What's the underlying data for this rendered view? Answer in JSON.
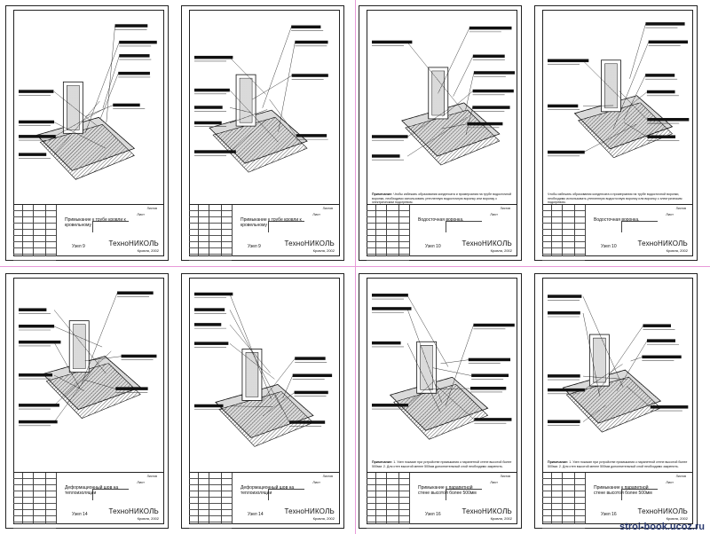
{
  "watermark": "stroi-book.ucoz.ru",
  "brand": "ТехноНИКОЛЬ",
  "brand_sub": "Кровля, 2002",
  "sheets": [
    {
      "title": "Примыкание к трубе кровли к кровельному",
      "node": "Узел 9",
      "sheet_label": "Лист",
      "sheet_label_small": "Листов",
      "note_title": "",
      "note_text": ""
    },
    {
      "title": "Примыкание к трубе кровли к кровельному",
      "node": "Узел 9",
      "sheet_label": "Лист",
      "sheet_label_small": "Листов",
      "note_title": "",
      "note_text": ""
    },
    {
      "title": "Водосточная воронка.",
      "node": "Узел 10",
      "sheet_label": "Лист",
      "sheet_label_small": "Листов",
      "note_title": "Примечание:",
      "note_text": "Чтобы избежать образования конденсата и промерзания на трубе водосточной воронки, необходимо использовать утепленную водосточную воронку или воронку с электрическим подогревом."
    },
    {
      "title": "Водосточная воронка.",
      "node": "Узел 10",
      "sheet_label": "Лист",
      "sheet_label_small": "Листов",
      "note_title": "",
      "note_text": "Чтобы избежать образования конденсата и промерзания на трубе водосточной воронки, необходимо использовать утепленную водосточную воронку или воронку с электрическим подогревом."
    },
    {
      "title": "Деформационный шов на теплоизоляции",
      "node": "Узел 14",
      "sheet_label": "Лист",
      "sheet_label_small": "Листов",
      "note_title": "",
      "note_text": ""
    },
    {
      "title": "Деформационный шов на теплоизоляции",
      "node": "Узел 14",
      "sheet_label": "Лист",
      "sheet_label_small": "Листов",
      "note_title": "",
      "note_text": ""
    },
    {
      "title": "Примыкание к парапетной стене высотой более 500мм",
      "node": "Узел 16",
      "sheet_label": "Лист",
      "sheet_label_small": "Листов",
      "note_title": "Примечание:",
      "note_text": "1. Узел показан при устройстве примыкания к парапетной стене высотой более 500мм. 2. Для стен высотой менее 500мм дополнительный слой необходимо закрепить."
    },
    {
      "title": "Примыкание к парапетной стене высотой более 500мм",
      "node": "Узел 16",
      "sheet_label": "Лист",
      "sheet_label_small": "Листов",
      "note_title": "Примечание:",
      "note_text": "1. Узел показан при устройстве примыкания к парапетной стене высотой более 500мм. 2. Для стен высотой менее 500мм дополнительный слой необходимо закрепить."
    }
  ]
}
